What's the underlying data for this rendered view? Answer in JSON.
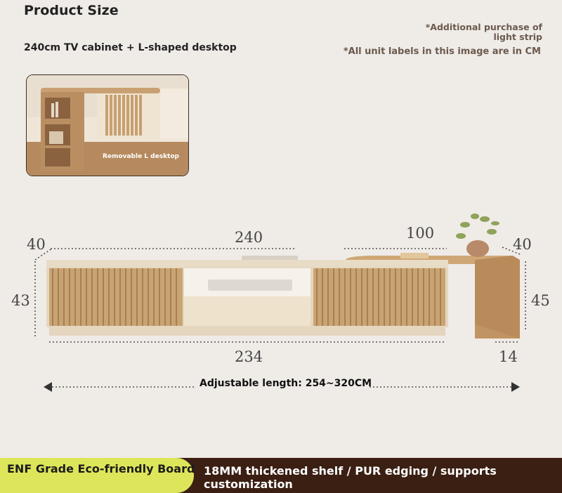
{
  "header": {
    "title": "Product Size",
    "subtitle": "240cm TV cabinet + L-shaped desktop",
    "note_light_strip": "*Additional purchase of light strip",
    "note_units": "*All unit labels in this image are in CM"
  },
  "photo": {
    "caption": "Removable L desktop"
  },
  "dimensions": {
    "top_left_depth": "40",
    "total_length": "240",
    "desktop_length": "100",
    "top_right_depth": "40",
    "left_height": "43",
    "right_height": "45",
    "bottom_length": "234",
    "leg_width": "14"
  },
  "adjustable": {
    "label": "Adjustable length: 254~320CM"
  },
  "footer": {
    "left_label": "ENF Grade Eco-friendly Board",
    "right_label": "18MM thickened shelf / PUR edging / supports customization"
  },
  "colors": {
    "background": "#efebe7",
    "footer_dark": "#3b1f13",
    "footer_accent": "#dde65a",
    "wood": "#c9a878",
    "cream": "#e9dcc7"
  }
}
